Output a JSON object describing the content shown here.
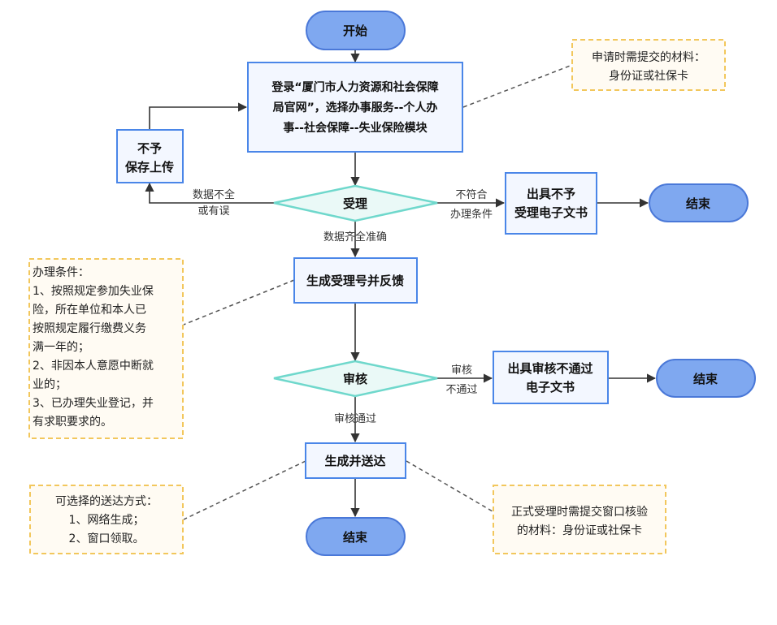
{
  "colors": {
    "terminal_fill": "#7FA8F0",
    "terminal_stroke": "#4A78D8",
    "process_fill": "#F3F7FF",
    "process_stroke": "#4A86E8",
    "decision_fill": "#EAF9F7",
    "decision_stroke": "#6FD8CC",
    "note_fill": "#FFFBF3",
    "note_stroke": "#F2C75C",
    "edge": "#333333",
    "dashed": "#555555"
  },
  "nodes": {
    "start": "开始",
    "login": [
      "登录“厦门市人力资源和社会保障",
      "局官网”，选择办事服务--个人办",
      "事--社会保障--失业保险模块"
    ],
    "reject_save": [
      "不予",
      "保存上传"
    ],
    "accept": "受理",
    "no_accept_doc": [
      "出具不予",
      "受理电子文书"
    ],
    "end_1": "结束",
    "gen_number": "生成受理号并反馈",
    "review": "审核",
    "review_fail_doc": [
      "出具审核不通过",
      "电子文书"
    ],
    "end_2": "结束",
    "gen_deliver": "生成并送达",
    "end_3": "结束"
  },
  "edge_labels": {
    "incomplete": [
      "数据不全",
      "或有误"
    ],
    "not_meet": [
      "不符合",
      "办理条件"
    ],
    "complete": "数据齐全准确",
    "review_fail": [
      "审核",
      "不通过"
    ],
    "review_pass": "审核通过"
  },
  "notes": {
    "materials": [
      "申请时需提交的材料：",
      "身份证或社保卡"
    ],
    "conditions": [
      "办理条件：",
      "1、按照规定参加失业保",
      "险，所在单位和本人已",
      "按照规定履行缴费义务",
      "满一年的；",
      "2、非因本人意愿中断就",
      "业的；",
      "3、已办理失业登记，并",
      "有求职要求的。"
    ],
    "delivery": [
      "可选择的送达方式：",
      "1、网络生成；",
      "2、窗口领取。"
    ],
    "verify": [
      "正式受理时需提交窗口核验",
      "的材料：身份证或社保卡"
    ]
  }
}
